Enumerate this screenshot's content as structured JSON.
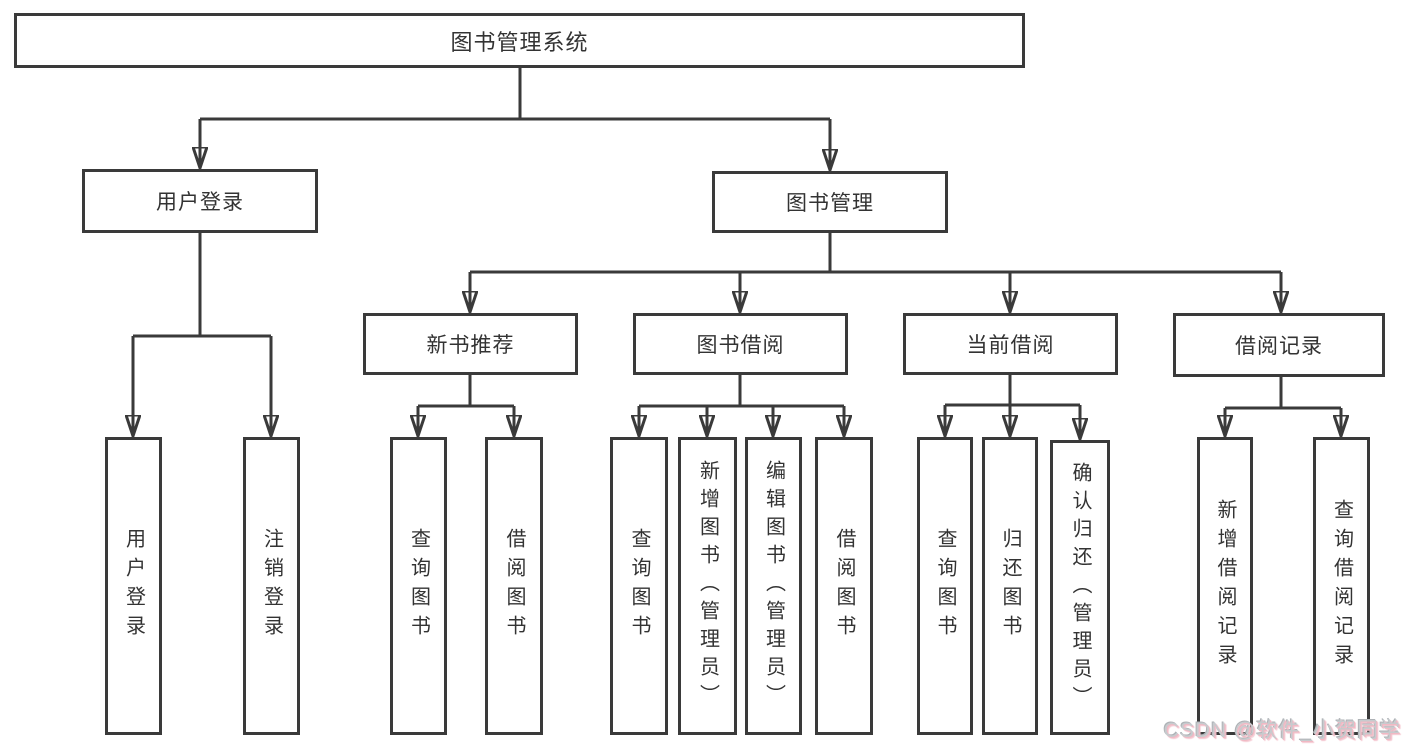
{
  "diagram": {
    "nodes": {
      "root": {
        "label": "图书管理系统"
      },
      "user_login": {
        "label": "用户登录"
      },
      "book_management": {
        "label": "图书管理"
      },
      "new_book_recommend": {
        "label": "新书推荐"
      },
      "book_borrow": {
        "label": "图书借阅"
      },
      "current_borrow": {
        "label": "当前借阅"
      },
      "borrow_records": {
        "label": "借阅记录"
      },
      "user_login_children": [
        {
          "label": "用户登录"
        },
        {
          "label": "注销登录"
        }
      ],
      "new_book_children": [
        {
          "label": "查询图书"
        },
        {
          "label": "借阅图书"
        }
      ],
      "book_borrow_children": [
        {
          "label": "查询图书"
        },
        {
          "label": "新增图书（管理员）"
        },
        {
          "label": "编辑图书（管理员）"
        },
        {
          "label": "借阅图书"
        }
      ],
      "current_borrow_children": [
        {
          "label": "查询图书"
        },
        {
          "label": "归还图书"
        },
        {
          "label": "确认归还（管理员）"
        }
      ],
      "borrow_records_children": [
        {
          "label": "新增借阅记录"
        },
        {
          "label": "查询借阅记录"
        }
      ]
    },
    "watermark": "CSDN @软件_小贺同学",
    "colors": {
      "line": "#3a3a3a",
      "text": "#333333",
      "background": "#ffffff",
      "watermark_text": "#c7cbce",
      "watermark_accent": "#f1b8c3"
    }
  }
}
